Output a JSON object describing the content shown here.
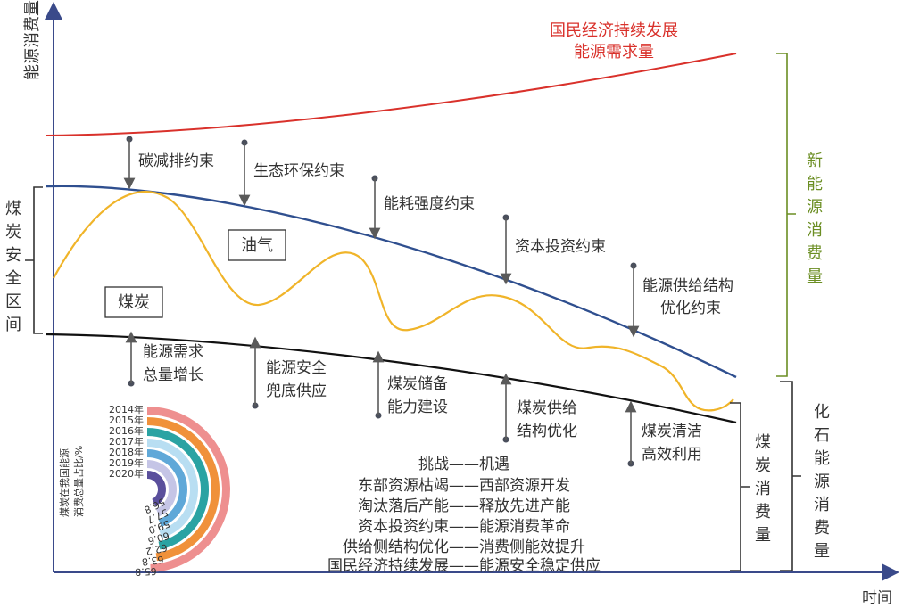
{
  "axes": {
    "y_label": "能源消费量",
    "x_label": "时间"
  },
  "demand_curve": {
    "line1": "国民经济持续发展",
    "line2": "能源需求量",
    "color": "#d9312b"
  },
  "curve_colors": {
    "upper": "#2f4f8f",
    "lower": "#111111",
    "wave": "#f0b429"
  },
  "boxes": {
    "oil_gas": "油气",
    "coal": "煤炭"
  },
  "constraints": [
    "碳减排约束",
    "生态环保约束",
    "能耗强度约束",
    "资本投资约束",
    "能源供给结构",
    "优化约束"
  ],
  "supports": [
    "能源需求",
    "总量增长",
    "能源安全",
    "兜底供应",
    "煤炭储备",
    "能力建设",
    "煤炭供给",
    "结构优化",
    "煤炭清洁",
    "高效利用"
  ],
  "left_label": [
    "煤",
    "炭",
    "安",
    "全",
    "区",
    "间"
  ],
  "new_energy_label": [
    "新",
    "能",
    "源",
    "消",
    "费",
    "量"
  ],
  "coal_consumption_label": [
    "煤",
    "炭",
    "消",
    "费",
    "量"
  ],
  "fossil_label": [
    "化",
    "石",
    "能",
    "源",
    "消",
    "费",
    "量"
  ],
  "challenges": {
    "title": "挑战——机遇",
    "items": [
      "东部资源枯竭——西部资源开发",
      "淘汰落后产能——释放先进产能",
      "资本投资约束——能源消费革命",
      "供给侧结构优化——消费侧能效提升",
      "国民经济持续发展——能源安全稳定供应"
    ]
  },
  "radial_chart": {
    "title_line1": "煤炭在我国能源",
    "title_line2": "消费总量占比/%",
    "data": [
      {
        "year": "2014年",
        "value": "65.8",
        "color": "#ee8f8f"
      },
      {
        "year": "2015年",
        "value": "63.8",
        "color": "#f0913a"
      },
      {
        "year": "2016年",
        "value": "62.2",
        "color": "#2aa3a3"
      },
      {
        "year": "2017年",
        "value": "60.6",
        "color": "#b8def2"
      },
      {
        "year": "2018年",
        "value": "59.0",
        "color": "#5fa8d8"
      },
      {
        "year": "2019年",
        "value": "57.7",
        "color": "#c5c5e6"
      },
      {
        "year": "2020年",
        "value": "56.8",
        "color": "#5a4f9c"
      }
    ]
  }
}
